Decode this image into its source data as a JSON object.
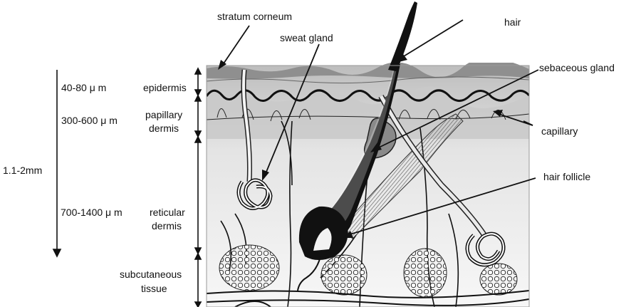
{
  "labels": {
    "stratum_corneum": "stratum corneum",
    "sweat_gland": "sweat gland",
    "hair": "hair",
    "sebaceous_gland": "sebaceous gland",
    "capillary": "capillary",
    "hair_follicle": "hair follicle",
    "epidermis": "epidermis",
    "papillary_dermis_line1": "papillary",
    "papillary_dermis_line2": "dermis",
    "reticular_dermis_line1": "reticular",
    "reticular_dermis_line2": "dermis",
    "subcutaneous_line1": "subcutaneous",
    "subcutaneous_line2": "tissue"
  },
  "thickness": {
    "total": "1.1-2mm",
    "epidermis": "40-80 μ m",
    "papillary": "300-600 μ m",
    "reticular": "700-1400 μ m"
  },
  "colors": {
    "ink": "#111111",
    "epidermis_band": "#9a9a9a",
    "papillary_fill": "#cfcfcf",
    "dermis_fill": "#efefef",
    "muscle": "#8c8c8c"
  }
}
